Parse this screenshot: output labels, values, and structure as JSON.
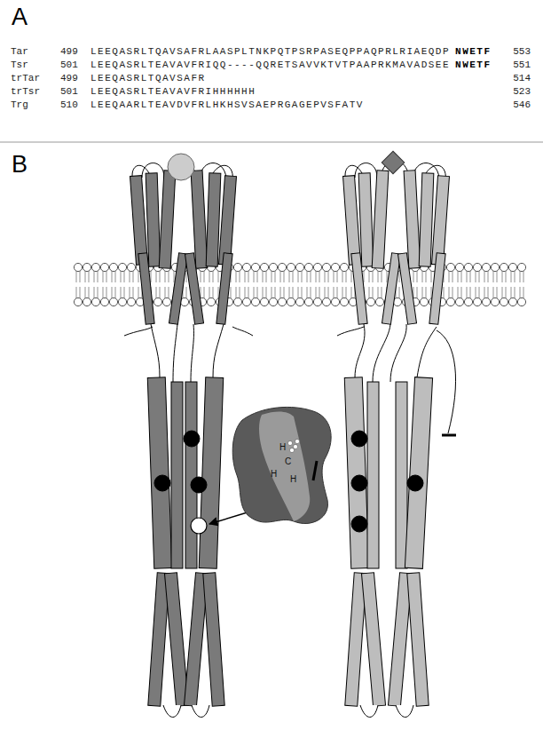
{
  "diagram": {
    "nodes": [
      {
        "text": [
          "H",
          "C",
          "H",
          "H"
        ]
      }
    ],
    "labels": [
      "A",
      "Tar",
      "499",
      "LEEQASRLTQAVSAFRLAASPLTNKPQTPSRPASEQPPAQPRLRIAEQDP",
      "NWETF",
      "553",
      "Tsr",
      "501",
      "LEEQASRLTEAVAVFRIQQ----QQRETSAVVKTVTPAAPRKMAVADSEE",
      "NWETF",
      "551",
      "trTar",
      "499",
      "LEEQASRLTQAVSAFR",
      "514",
      "trTsr",
      "501",
      "LEEQASRLTEAVAVFRIHHHHHH",
      "523",
      "Trg",
      "510",
      "LEEQAARLTEAVDVFRLHKHSVSAEPRGAGEPVSFATV",
      "546",
      "B"
    ]
  }
}
